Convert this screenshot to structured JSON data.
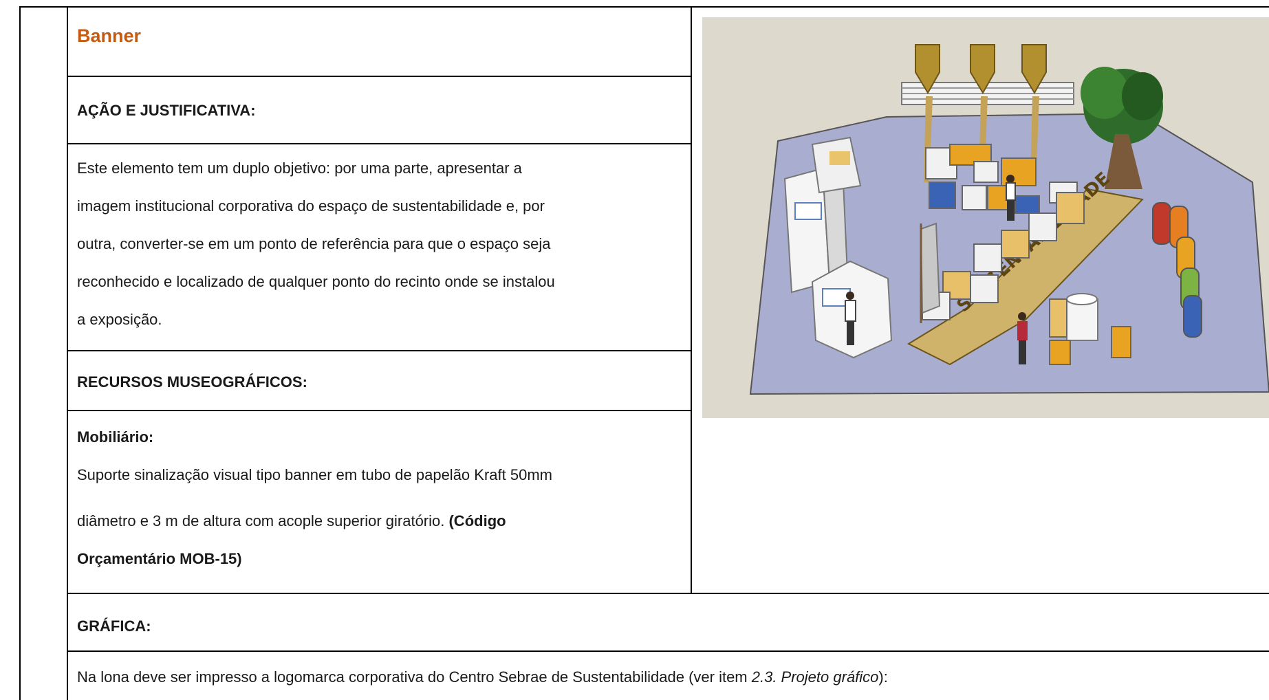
{
  "title": "Banner",
  "acao_heading": "AÇÃO E JUSTIFICATIVA:",
  "acao_text_lines": [
    "Este elemento tem um duplo objetivo: por uma parte, apresentar a",
    "imagem institucional corporativa do espaço de sustentabilidade e, por",
    "outra, converter-se em um ponto de referência para que o espaço seja",
    "reconhecido e localizado de qualquer ponto do recinto onde se instalou",
    "a exposição."
  ],
  "recursos_heading": "RECURSOS MUSEOGRÁFICOS:",
  "mobiliario_heading": "Mobiliário:",
  "mobiliario_lines": [
    "Suporte sinalização visual tipo banner em tubo de papelão Kraft 50mm",
    "diâmetro e 3 m de altura com acople superior giratório. "
  ],
  "mobiliario_code_part1": "(Código",
  "mobiliario_code_part2": "Orçamentário MOB-15)",
  "grafica_heading": "GRÁFICA:",
  "grafica_text_prefix": "Na lona deve ser impresso a logomarca corporativa do Centro Sebrae de Sustentabilidade (ver item ",
  "grafica_text_italic": "2.3. Projeto gráfico",
  "grafica_text_suffix": "):",
  "illustration": {
    "wall_sign_text": "SUSTENTABILIDADE",
    "colors": {
      "background": "#ded9cd",
      "floor": "#a9aed0",
      "accent_orange": "#e8a323",
      "accent_blue": "#3a63b5"
    }
  }
}
